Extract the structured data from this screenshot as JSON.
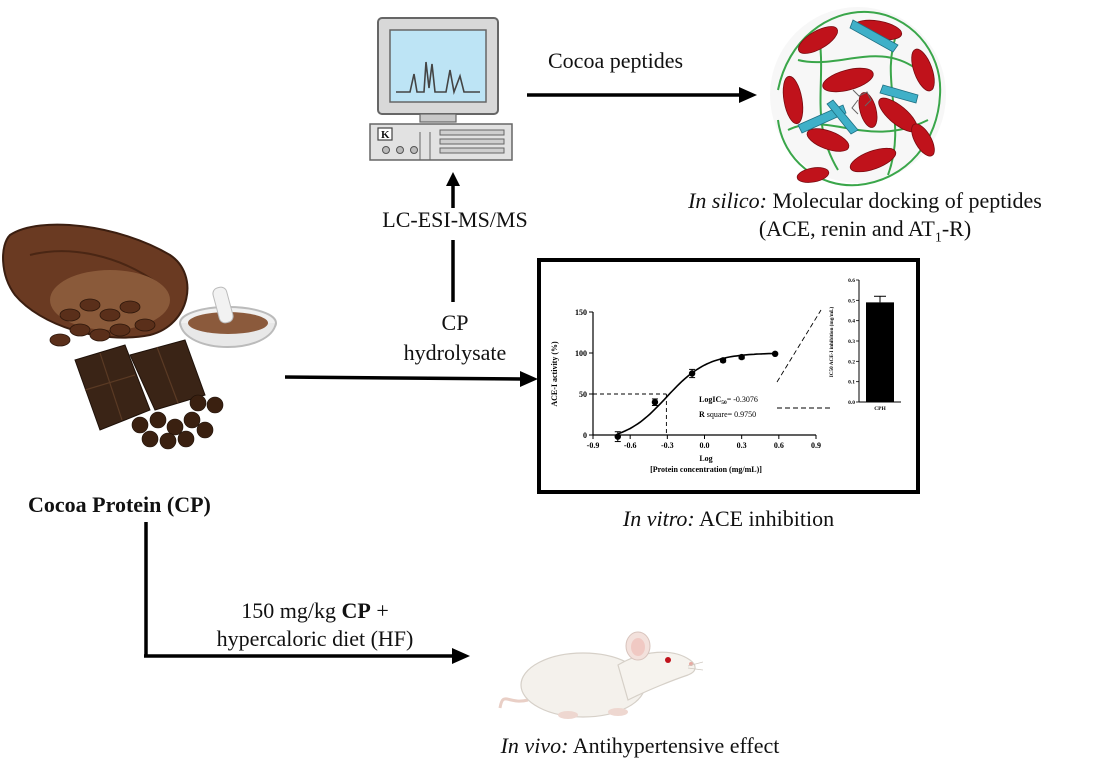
{
  "labels": {
    "cocoa_peptides": "Cocoa peptides",
    "in_silico_italic": "In silico:",
    "in_silico_text": " Molecular docking of peptides",
    "in_silico_line2_pre": "(ACE, renin and AT",
    "in_silico_line2_sub": "1",
    "in_silico_line2_post": "-R)",
    "lcms": "LC-ESI-MS/MS",
    "cp": "CP",
    "hydrolysate": "hydrolysate",
    "cocoa_protein": "Cocoa Protein (CP)",
    "in_vitro_italic": "In vitro:",
    "in_vitro_text": " ACE inhibition",
    "dose_pre": "150 mg/kg ",
    "dose_bold": "CP",
    "dose_post": " +",
    "diet": "hypercaloric diet (HF)",
    "in_vivo_italic": "In vivo:",
    "in_vivo_text": " Antihypertensive effect"
  },
  "computer_icon": {
    "key_label": "K"
  },
  "chart_data": [
    {
      "type": "line",
      "ylabel": "ACE-I activity (%)",
      "xlabel_line1": "Log",
      "xlabel_line2": "[Protein concentration (mg/mL)]",
      "x_ticks": [
        "-0.9",
        "-0.6",
        "-0.3",
        "0.0",
        "0.3",
        "0.6",
        "0.9"
      ],
      "y_ticks": [
        "0",
        "50",
        "100",
        "150"
      ],
      "xlim": [
        -0.9,
        0.9
      ],
      "ylim": [
        0,
        150
      ],
      "points": [
        {
          "x": -0.7,
          "y": -2
        },
        {
          "x": -0.4,
          "y": 40
        },
        {
          "x": -0.1,
          "y": 75
        },
        {
          "x": 0.15,
          "y": 91
        },
        {
          "x": 0.3,
          "y": 95
        },
        {
          "x": 0.57,
          "y": 99
        }
      ],
      "error_bars": [
        6,
        4,
        5,
        2,
        2,
        1
      ],
      "logic50_label": "LogIC",
      "logic50_sub": "50",
      "logic50_value": "= -0.3076",
      "rsquare_label": "R",
      "rsquare_value": " square= 0.9750",
      "logic50": -0.3076,
      "rsquare": 0.975
    },
    {
      "type": "bar",
      "ylabel": "IC50 ACE-I inhibition (mg/mL)",
      "categories": [
        "CPH"
      ],
      "values": [
        0.49
      ],
      "error": [
        0.03
      ],
      "y_ticks": [
        "0.0",
        "0.1",
        "0.2",
        "0.3",
        "0.4",
        "0.5",
        "0.6"
      ],
      "ylim": [
        0,
        0.6
      ]
    }
  ],
  "colors": {
    "helix": "#c0121b",
    "sheet": "#3fb0c8",
    "loop": "#3aa64a",
    "rat": "#f4f1ec",
    "bean": "#5a2f1a",
    "chocolate": "#3a2416",
    "screen": "#bde4f5"
  }
}
